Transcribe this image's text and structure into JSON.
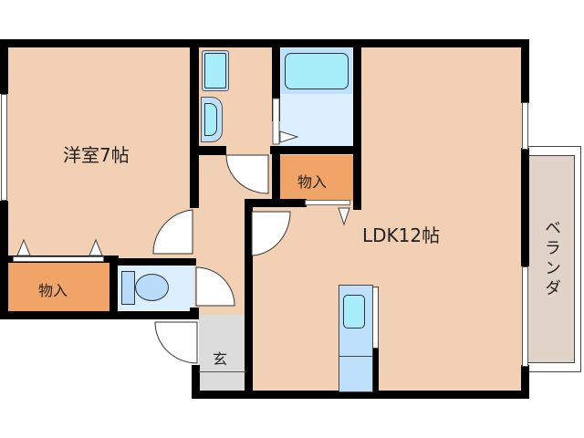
{
  "floorplan": {
    "colors": {
      "room": "#f2d0b4",
      "storage": "#f0a468",
      "wet": "#dcefff",
      "fixture": "#a8e8fa",
      "fixture_outline": "#b8d8f4",
      "entrance": "#dcdcdc",
      "balcony": "#e0d4c8",
      "wall": "#000000"
    },
    "rooms": [
      {
        "id": "western-room",
        "label": "洋室7帖"
      },
      {
        "id": "ldk",
        "label": "LDK12帖"
      },
      {
        "id": "storage-west",
        "label": "物入"
      },
      {
        "id": "storage-center",
        "label": "物入"
      },
      {
        "id": "entrance",
        "label": "玄"
      },
      {
        "id": "balcony",
        "label": "ベランダ"
      }
    ]
  }
}
